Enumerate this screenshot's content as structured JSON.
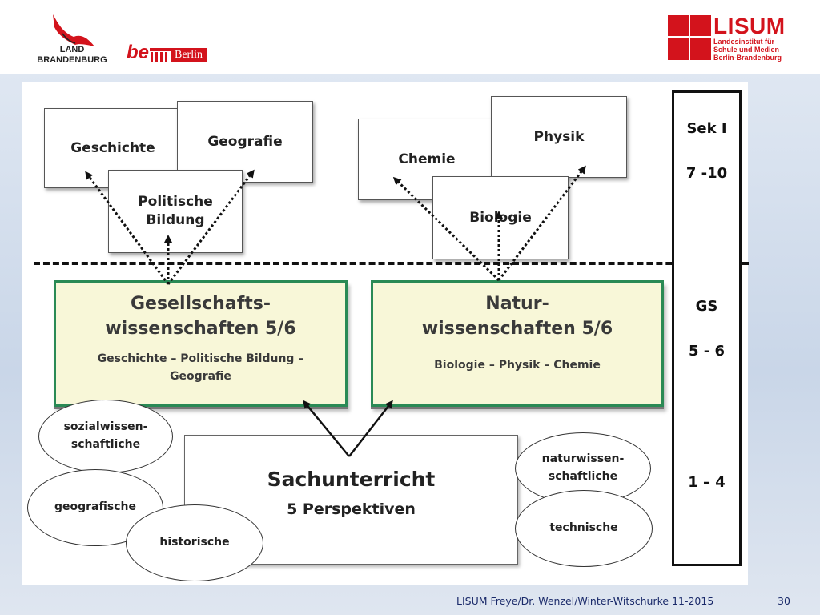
{
  "logos": {
    "brandenburg_text": "LAND\nBRANDENBURG",
    "be_text": "be",
    "berlin_text": "Berlin",
    "lisum_title": "LISUM",
    "lisum_sub": "Landesinstitut für\nSchule und Medien\nBerlin-Brandenburg"
  },
  "sek1_boxes": {
    "geschichte": "Geschichte",
    "geografie": "Geografie",
    "politische_bildung": "Politische\nBildung",
    "chemie": "Chemie",
    "physik": "Physik",
    "biologie": "Biologie"
  },
  "gs_boxes": {
    "gesellschaft_title": "Gesellschafts-\nwissenschaften 5/6",
    "gesellschaft_sub": "Geschichte – Politische Bildung –\nGeografie",
    "natur_title": "Natur-\nwissenschaften 5/6",
    "natur_sub": "Biologie – Physik – Chemie"
  },
  "sachunterricht": {
    "title": "Sachunterricht",
    "subtitle": "5 Perspektiven"
  },
  "perspectives": {
    "sozialwissenschaftliche": "sozialwissen-\nschaftliche",
    "geografische": "geografische",
    "historische": "historische",
    "naturwissenschaftliche": "naturwissen-\nschaftliche",
    "technische": "technische"
  },
  "levels": {
    "sek1_label": "Sek I",
    "sek1_grades": "7 -10",
    "gs_label": "GS",
    "gs_grades": "5 - 6",
    "primary_grades": "1 – 4"
  },
  "footer": {
    "credit": "LISUM Freye/Dr. Wenzel/Winter-Witschurke 11-2015",
    "page_number": "30"
  },
  "colors": {
    "lisum_red": "#d3131c",
    "green_border": "#2a8a55",
    "green_fill": "#f8f7d8",
    "footer_text": "#1a2a6a"
  }
}
